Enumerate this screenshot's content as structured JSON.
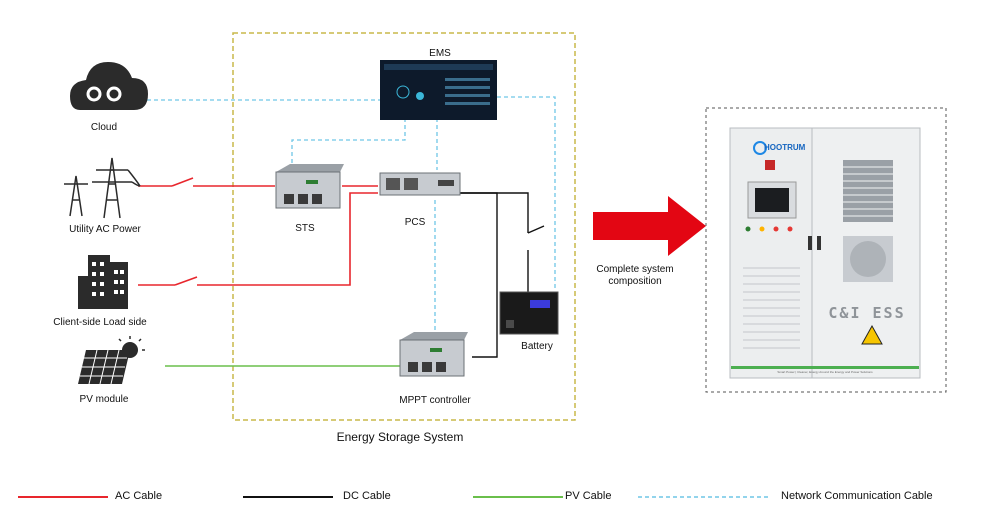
{
  "diagram": {
    "system_title": "Energy Storage System",
    "nodes": {
      "cloud": "Cloud",
      "utility": "Utility AC Power",
      "load": "Client-side Load side",
      "pv": "PV module",
      "ems": "EMS",
      "sts": "STS",
      "pcs": "PCS",
      "battery": "Battery",
      "mppt": "MPPT controller"
    },
    "arrow_caption": "Complete system composition",
    "cabinet": {
      "brand": "HOOTRUM",
      "panel_text": "C&I ESS",
      "bottom_strip": "Smart Power | Cleaner, Energy Around the Energy and Power Solutions"
    }
  },
  "legend": [
    {
      "label": "AC Cable",
      "color": "#e8262d",
      "style": "solid"
    },
    {
      "label": "DC Cable",
      "color": "#111111",
      "style": "solid"
    },
    {
      "label": "PV Cable",
      "color": "#6abf4b",
      "style": "solid"
    },
    {
      "label": "Network Communication Cable",
      "color": "#6fc6e6",
      "style": "dashed"
    }
  ],
  "colors": {
    "ac": "#e8262d",
    "dc": "#111111",
    "pv": "#6abf4b",
    "network": "#6fc6e6",
    "system_border": "#c8b84a",
    "arrow": "#e30613"
  }
}
